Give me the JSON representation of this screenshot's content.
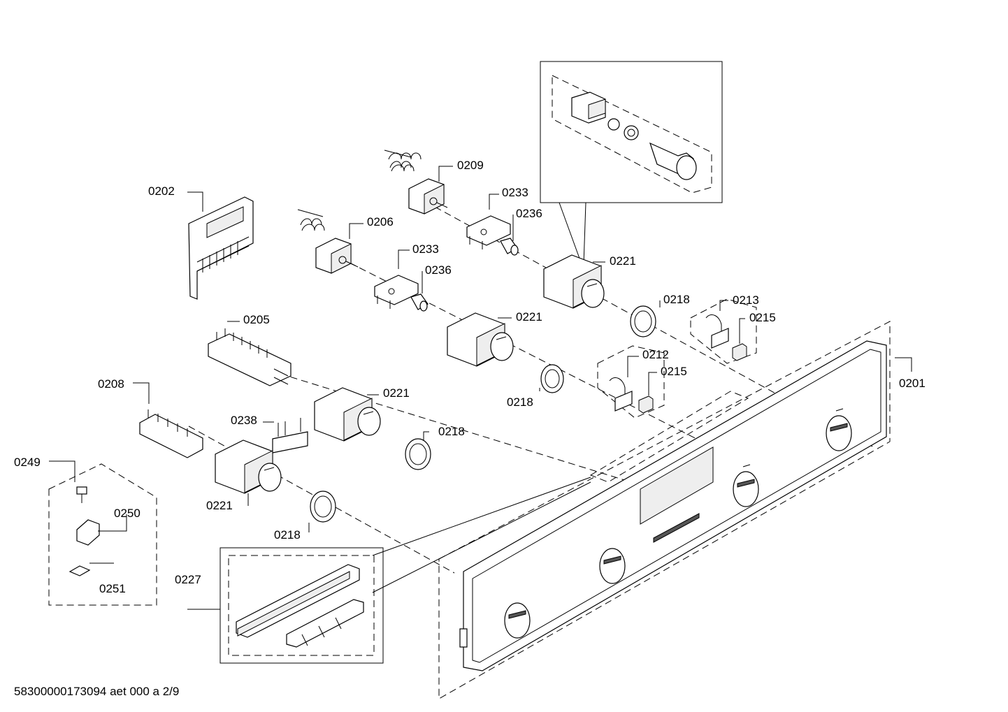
{
  "labels": {
    "l0202": "0202",
    "l0209": "0209",
    "l0233a": "0233",
    "l0236a": "0236",
    "l0206": "0206",
    "l0233b": "0233",
    "l0236b": "0236",
    "l0221a": "0221",
    "l0221b": "0221",
    "l0218a": "0218",
    "l0213": "0213",
    "l0215a": "0215",
    "l0205": "0205",
    "l0212": "0212",
    "l0215b": "0215",
    "l0218b": "0218",
    "l0201": "0201",
    "l0208": "0208",
    "l0221c": "0221",
    "l0238": "0238",
    "l0218c": "0218",
    "l0249": "0249",
    "l0250": "0250",
    "l0221d": "0221",
    "l0218d": "0218",
    "l0251": "0251",
    "l0227": "0227"
  },
  "footer": "58300000173094 aet 000 a 2/9"
}
